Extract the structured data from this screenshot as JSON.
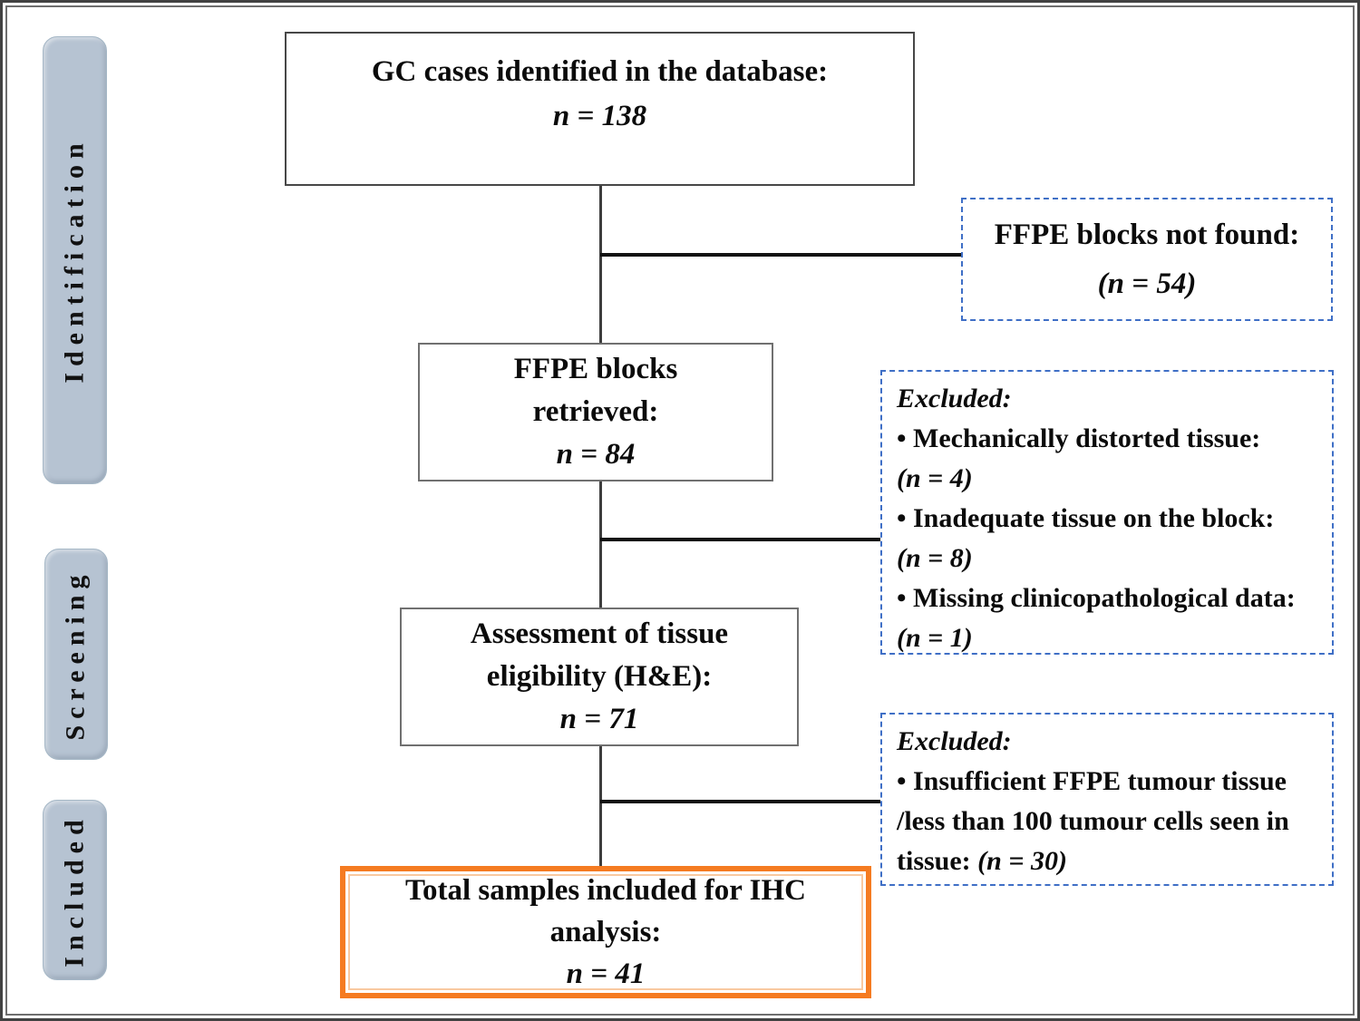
{
  "stages": [
    {
      "label": "Identification"
    },
    {
      "label": "Screening"
    },
    {
      "label": "Included"
    }
  ],
  "flow": [
    {
      "title": "GC cases identified in the database:",
      "count": "n = 138"
    },
    {
      "title": "FFPE blocks retrieved:",
      "count": "n = 84"
    },
    {
      "title": "Assessment of tissue eligibility (H&E):",
      "count": "n = 71"
    },
    {
      "title": "Total samples included for IHC analysis:",
      "count": "n = 41"
    }
  ],
  "side": [
    {
      "title": "FFPE blocks not found:",
      "count": "(n = 54)"
    },
    {
      "header": "Excluded:",
      "items": [
        {
          "text": "Mechanically distorted tissue:",
          "n": "(n = 4)",
          "n_on_new_line": true
        },
        {
          "text": "Inadequate tissue on the block:",
          "n": "(n = 8)",
          "n_on_new_line": true
        },
        {
          "text": "Missing clinicopathological data:",
          "n": "(n = 1)",
          "n_on_new_line": false
        }
      ]
    },
    {
      "header": "Excluded:",
      "items": [
        {
          "text": "Insufficient FFPE tumour tissue /less than 100 tumour cells seen in tissue: ",
          "n": "(n = 30)",
          "n_on_new_line": false
        }
      ]
    }
  ],
  "colors": {
    "stage_pill": "#b6c3d2",
    "dashed": "#3f6fc6",
    "accent": "#f57b21",
    "frame": "#414141"
  }
}
